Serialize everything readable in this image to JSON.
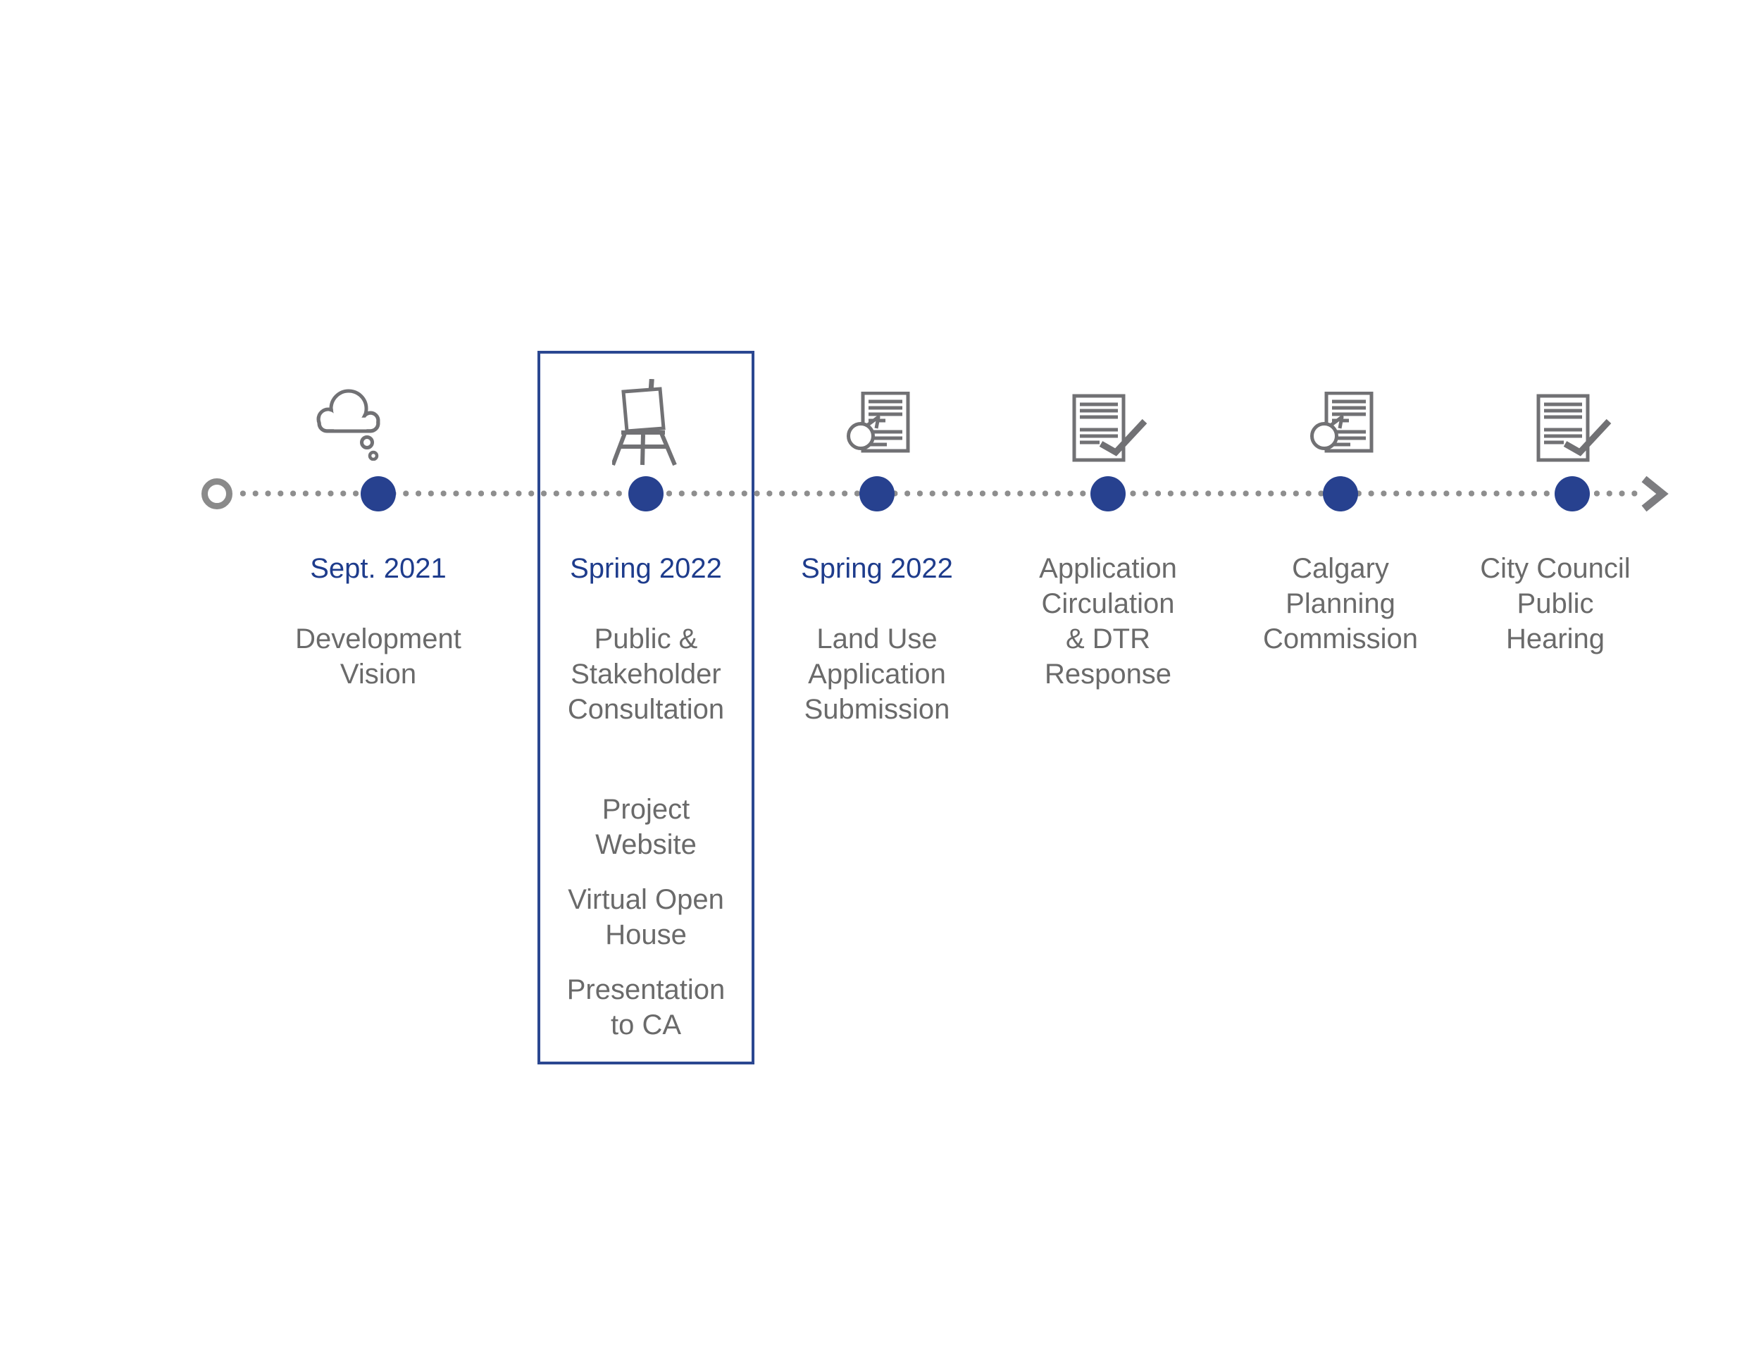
{
  "colors": {
    "accent_blue": "#27418F",
    "box_border_blue": "#2B4791",
    "date_text_blue": "#1E3C8C",
    "body_text_gray": "#6A6A6A",
    "icon_gray": "#717174",
    "dotted_line_gray": "#8E8E8E",
    "background": "#FFFFFF"
  },
  "timeline": {
    "start_marker": "open-circle",
    "end_marker": "arrow-right",
    "milestones": [
      {
        "date": "Sept. 2021",
        "title": "Development\nVision",
        "icon": "thought-cloud-icon",
        "highlighted": false
      },
      {
        "date": "Spring 2022",
        "title": "Public &\nStakeholder\nConsultation",
        "icon": "easel-icon",
        "highlighted": true,
        "sub_items": [
          "Project\nWebsite",
          "Virtual Open\nHouse",
          "Presentation\nto CA"
        ]
      },
      {
        "date": "Spring 2022",
        "title": "Land Use\nApplication\nSubmission",
        "icon": "document-hand-icon",
        "highlighted": false
      },
      {
        "date": "",
        "title": "Application\nCirculation\n& DTR\nResponse",
        "icon": "document-check-icon",
        "highlighted": false
      },
      {
        "date": "",
        "title": "Calgary\nPlanning\nCommission",
        "icon": "document-hand-icon",
        "highlighted": false
      },
      {
        "date": "",
        "title": "City Council\nPublic\nHearing",
        "icon": "document-check-icon",
        "highlighted": false
      }
    ]
  }
}
